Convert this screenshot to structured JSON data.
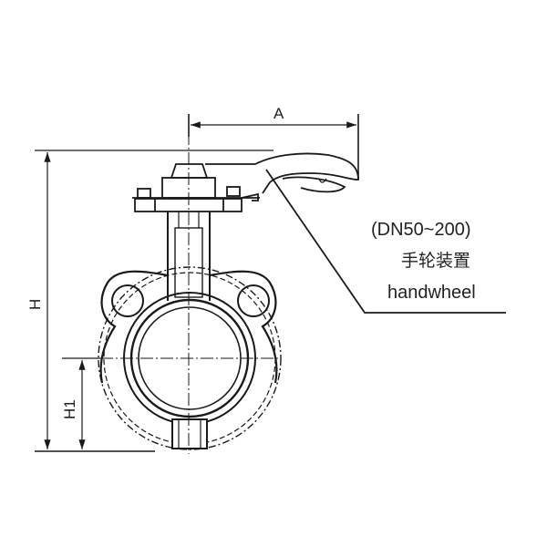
{
  "dimensions": {
    "a": "A",
    "h": "H",
    "h1": "H1"
  },
  "callout": {
    "size_range": "(DN50~200)",
    "name_cn": "手轮装置",
    "name_en": "handwheel"
  },
  "colors": {
    "line": "#1a1a1a",
    "background": "#ffffff"
  }
}
